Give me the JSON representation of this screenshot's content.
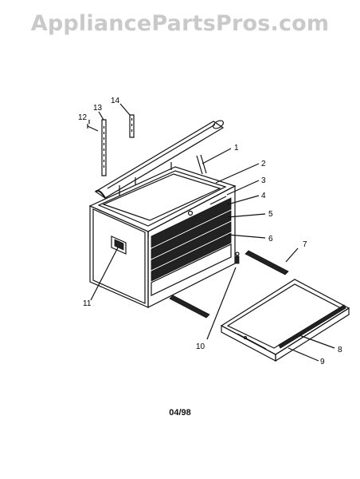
{
  "header": {
    "watermark": "AppliancePartsPros.com"
  },
  "callouts": [
    {
      "id": "c1",
      "label": "1"
    },
    {
      "id": "c2",
      "label": "2"
    },
    {
      "id": "c3",
      "label": "3"
    },
    {
      "id": "c4",
      "label": "4"
    },
    {
      "id": "c5",
      "label": "5"
    },
    {
      "id": "c6",
      "label": "6"
    },
    {
      "id": "c7",
      "label": "7"
    },
    {
      "id": "c8",
      "label": "8"
    },
    {
      "id": "c9",
      "label": "9"
    },
    {
      "id": "c10",
      "label": "10"
    },
    {
      "id": "c11",
      "label": "11"
    },
    {
      "id": "c12",
      "label": "12"
    },
    {
      "id": "c13",
      "label": "13"
    },
    {
      "id": "c14",
      "label": "14"
    }
  ],
  "footer": {
    "date_code": "04/98"
  }
}
